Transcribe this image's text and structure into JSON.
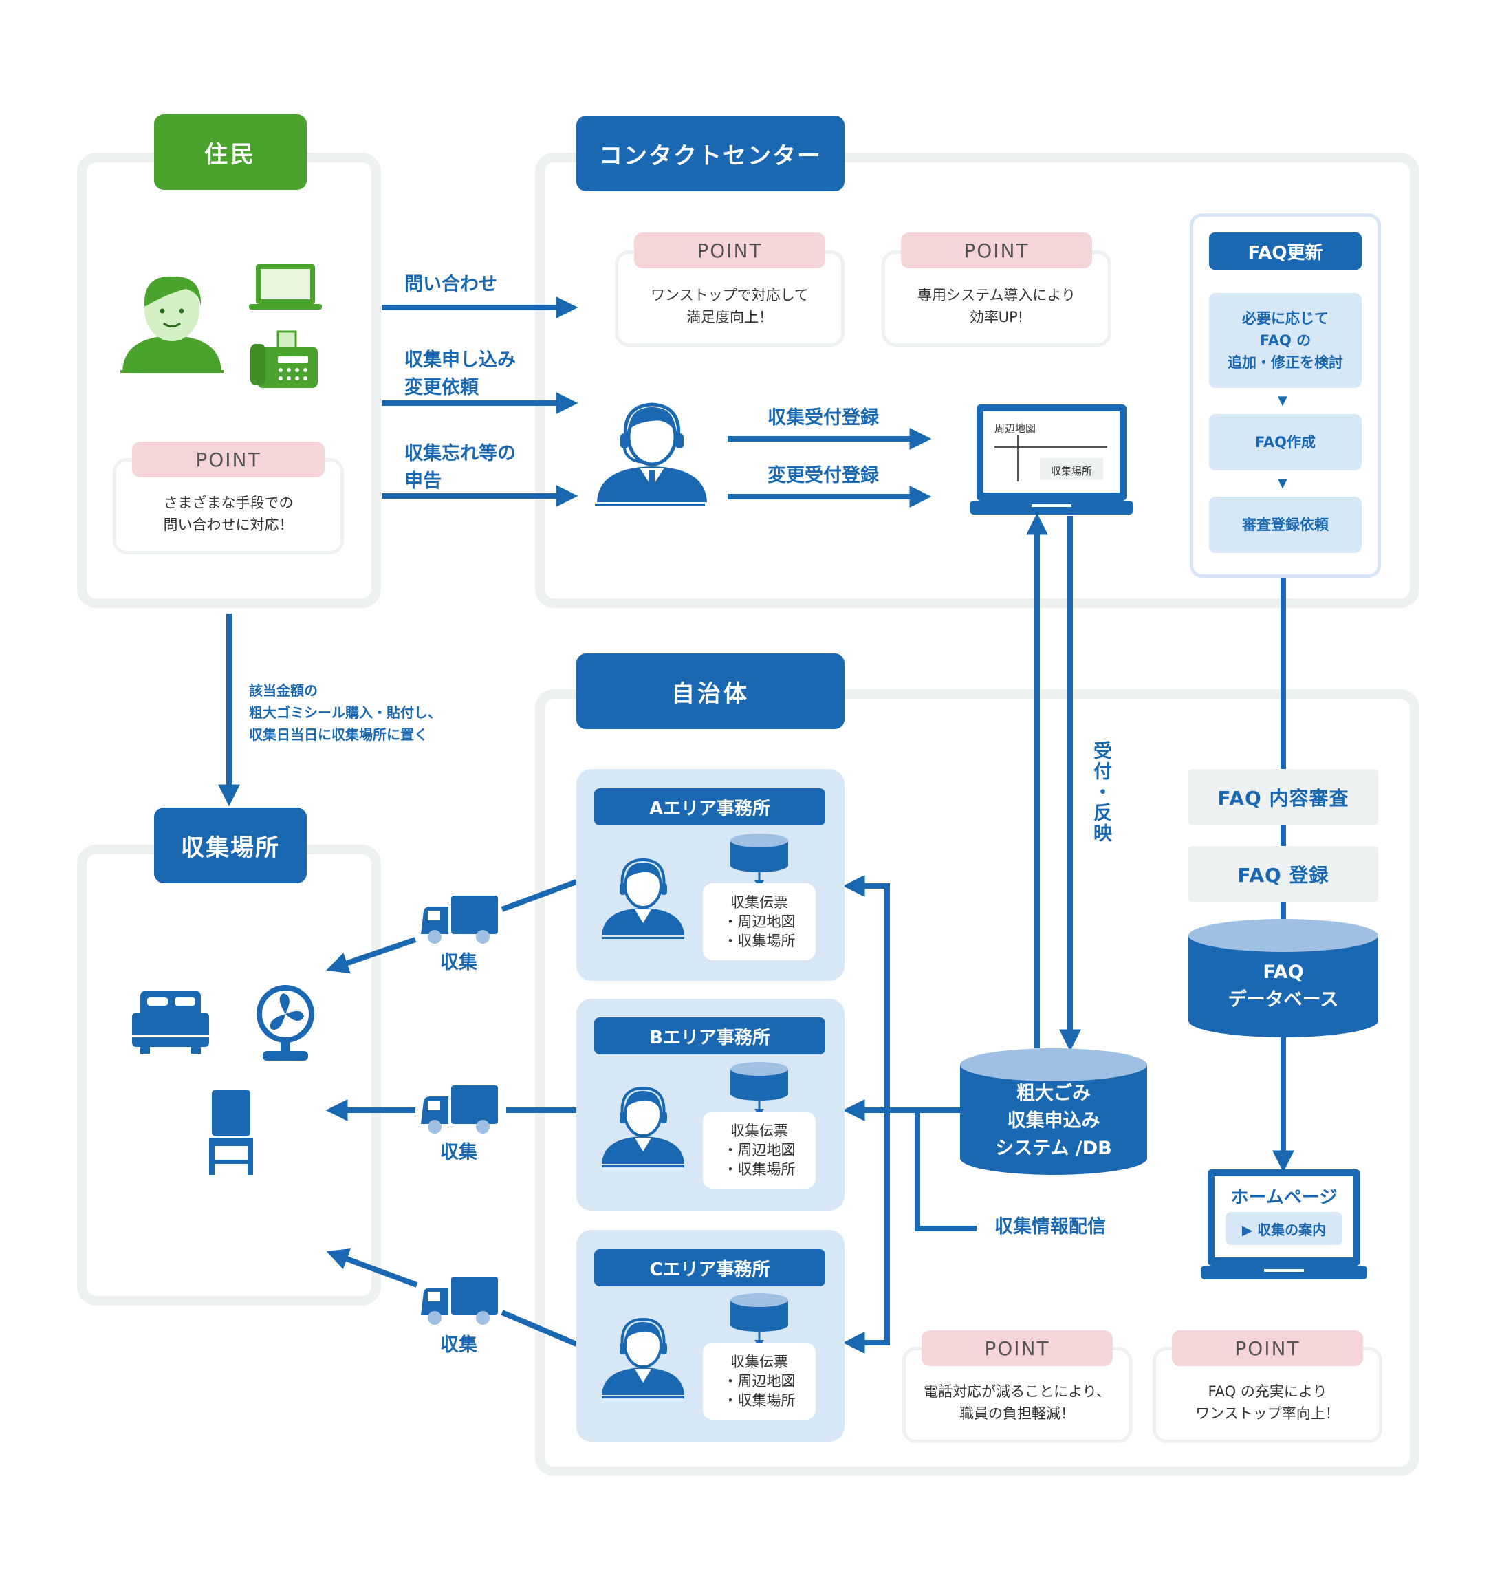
{
  "sections": {
    "resident": "住民",
    "contact_center": "コンタクトセンター",
    "collection_place": "収集場所",
    "municipality": "自治体"
  },
  "points": [
    {
      "tag": "POINT",
      "line1": "さまざまな手段での",
      "line2": "問い合わせに対応！"
    },
    {
      "tag": "POINT",
      "line1": "ワンストップで対応して",
      "line2": "満足度向上！"
    },
    {
      "tag": "POINT",
      "line1": "専用システム導入により",
      "line2": "効率UP!"
    },
    {
      "tag": "POINT",
      "line1": "電話対応が減ることにより、",
      "line2": "職員の負担軽減！"
    },
    {
      "tag": "POINT",
      "line1": "FAQ の充実により",
      "line2": "ワンストップ率向上！"
    }
  ],
  "resident_flows": [
    {
      "line1": "問い合わせ",
      "line2": ""
    },
    {
      "line1": "収集申し込み",
      "line2": "変更依頼"
    },
    {
      "line1": "収集忘れ等の",
      "line2": "申告"
    }
  ],
  "registrations": [
    "収集受付登録",
    "変更受付登録"
  ],
  "laptop_screen": {
    "map": "周辺地図",
    "place": "収集場所"
  },
  "faq_update": {
    "title": "FAQ更新",
    "step1": [
      "必要に応じて",
      "FAQ の",
      "追加・修正を検討"
    ],
    "step2": "FAQ作成",
    "step3": "審査登録依頼"
  },
  "resident_note": [
    "該当金額の",
    "粗大ゴミシール購入・貼付し、",
    "収集日当日に収集場所に置く"
  ],
  "reception": [
    "受",
    "付",
    "・",
    "反",
    "映"
  ],
  "offices": [
    {
      "title": "Aエリア事務所",
      "slip": [
        "収集伝票",
        "・周辺地図",
        "・収集場所"
      ]
    },
    {
      "title": "Bエリア事務所",
      "slip": [
        "収集伝票",
        "・周辺地図",
        "・収集場所"
      ]
    },
    {
      "title": "Cエリア事務所",
      "slip": [
        "収集伝票",
        "・周辺地図",
        "・収集場所"
      ]
    }
  ],
  "collect_label": "収集",
  "system_db": [
    "粗大ごみ",
    "収集申込み",
    "システム /DB"
  ],
  "delivery_label": "収集情報配信",
  "faq_review": "FAQ 内容審査",
  "faq_register": "FAQ 登録",
  "faq_db": [
    "FAQ",
    "データベース"
  ],
  "homepage": {
    "title": "ホームページ",
    "link": "▶ 収集の案内"
  },
  "colors": {
    "accent_blue": "#1b68b2",
    "green": "#4aa32d",
    "point_pink": "#f5d5d8",
    "light_blue": "#d8e7f6",
    "card_gray": "#eef1f2"
  }
}
